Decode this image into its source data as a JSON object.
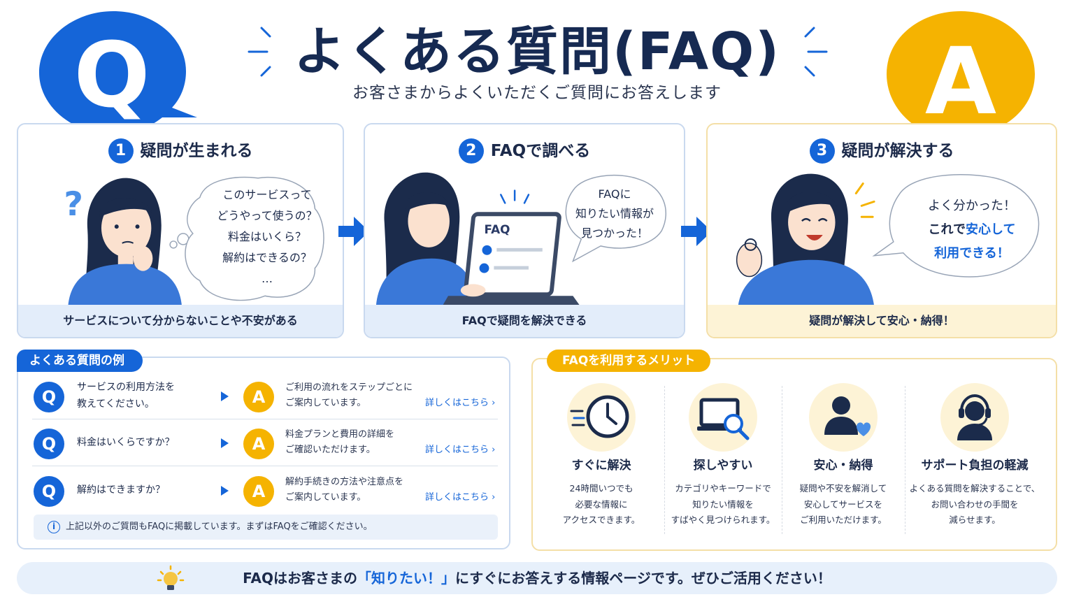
{
  "header": {
    "title": "よくある質問(FAQ)",
    "subtitle": "お客さまからよくいただくご質問にお答えします",
    "q_letter": "Q",
    "a_letter": "A"
  },
  "steps": [
    {
      "num": "1",
      "title": "疑問が生まれる",
      "bubble": [
        "このサービスって",
        "どうやって使うの？",
        "料金はいくら？",
        "解約はできるの？",
        "…"
      ],
      "footer": "サービスについて分からないことや不安がある"
    },
    {
      "num": "2",
      "title": "FAQで調べる",
      "bubble": [
        "FAQに",
        "知りたい情報が",
        "見つかった！"
      ],
      "screen_label": "FAQ",
      "footer": "FAQで疑問を解決できる"
    },
    {
      "num": "3",
      "title": "疑問が解決する",
      "bubble_line1": "よく分かった！",
      "bubble_line2_pre": "これで",
      "bubble_line2_hl": "安心して",
      "bubble_line3": "利用できる！",
      "footer": "疑問が解決して安心・納得！"
    }
  ],
  "faq_examples": {
    "label": "よくある質問の例",
    "items": [
      {
        "q_icon": "Q",
        "a_icon": "A",
        "question": [
          "サービスの利用方法を",
          "教えてください。"
        ],
        "answer": [
          "ご利用の流れをステップごとに",
          "ご案内しています。"
        ],
        "link": "詳しくはこちら ›"
      },
      {
        "q_icon": "Q",
        "a_icon": "A",
        "question": [
          "料金はいくらですか？"
        ],
        "answer": [
          "料金プランと費用の詳細を",
          "ご確認いただけます。"
        ],
        "link": "詳しくはこちら ›"
      },
      {
        "q_icon": "Q",
        "a_icon": "A",
        "question": [
          "解約はできますか？"
        ],
        "answer": [
          "解約手続きの方法や注意点を",
          "ご案内しています。"
        ],
        "link": "詳しくはこちら ›"
      }
    ],
    "note": "上記以外のご質問もFAQに掲載しています。まずはFAQをご確認ください。",
    "info_glyph": "i"
  },
  "merits": {
    "label": "FAQを利用するメリット",
    "items": [
      {
        "icon": "clock-icon",
        "title": "すぐに解決",
        "desc": [
          "24時間いつでも",
          "必要な情報に",
          "アクセスできます。"
        ]
      },
      {
        "icon": "laptop-search-icon",
        "title": "探しやすい",
        "desc": [
          "カテゴリやキーワードで",
          "知りたい情報を",
          "すばやく見つけられます。"
        ]
      },
      {
        "icon": "person-heart-icon",
        "title": "安心・納得",
        "desc": [
          "疑問や不安を解消して",
          "安心してサービスを",
          "ご利用いただけます。"
        ]
      },
      {
        "icon": "headset-icon",
        "title": "サポート負担の軽減",
        "desc": [
          "よくある質問を解決することで、",
          "お問い合わせの手間を",
          "減らせます。"
        ]
      }
    ]
  },
  "banner": {
    "pre": "FAQはお客さまの",
    "highlight": "「知りたい！」",
    "post": "にすぐにお答えする情報ページです。ぜひご活用ください！"
  },
  "colors": {
    "blue": "#1565d8",
    "yellow": "#f5b301",
    "navy": "#162a52"
  }
}
